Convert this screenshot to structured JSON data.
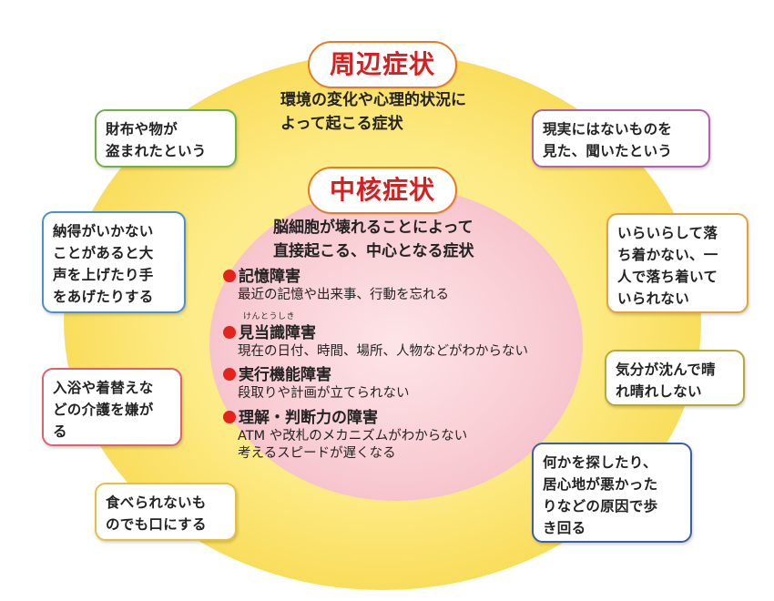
{
  "peripheral": {
    "title": "周辺症状",
    "description_lines": [
      "環境の変化や心理的状況に",
      "よって起こる症状"
    ]
  },
  "core": {
    "title": "中核症状",
    "description_lines": [
      "脳細胞が壊れることによって",
      "直接起こる、中心となる症状"
    ],
    "symptoms": [
      {
        "name": "記憶障害",
        "ruby": "",
        "desc_lines": [
          "最近の記憶や出来事、行動を忘れる"
        ]
      },
      {
        "name": "見当識障害",
        "ruby": "けんとうしき",
        "desc_lines": [
          "現在の日付、時間、場所、人物などがわからない"
        ]
      },
      {
        "name": "実行機能障害",
        "ruby": "",
        "desc_lines": [
          "段取りや計画が立てられない"
        ]
      },
      {
        "name": "理解・判断力の障害",
        "ruby": "",
        "desc_lines": [
          "ATM や改札のメカニズムがわからない",
          "考えるスピードが遅くなる"
        ]
      }
    ]
  },
  "boxes": [
    {
      "lines": [
        "財布や物が",
        "盗まれたという"
      ],
      "color": "#6cb33f"
    },
    {
      "lines": [
        "現実にはないものを",
        "見た、聞いたという"
      ],
      "color": "#b560a8"
    },
    {
      "lines": [
        "納得がいかない",
        "ことがあると大",
        "声を上げたり手",
        "をあげたりする"
      ],
      "color": "#4a8fd4"
    },
    {
      "lines": [
        "いらいらして落",
        "ち着かない、一",
        "人で落ち着いて",
        "いられない"
      ],
      "color": "#e8a03a"
    },
    {
      "lines": [
        "入浴や着替えな",
        "どの介護を嫌が",
        "る"
      ],
      "color": "#e0606c"
    },
    {
      "lines": [
        "気分が沈んで晴",
        "れ晴れしない"
      ],
      "color": "#b8a838"
    },
    {
      "lines": [
        "食べられないも",
        "のでも口にする"
      ],
      "color": "#e8c040"
    },
    {
      "lines": [
        "何かを探したり、",
        "居心地が悪かった",
        "りなどの原因で歩",
        "き回る"
      ],
      "color": "#3a5ea8"
    }
  ]
}
